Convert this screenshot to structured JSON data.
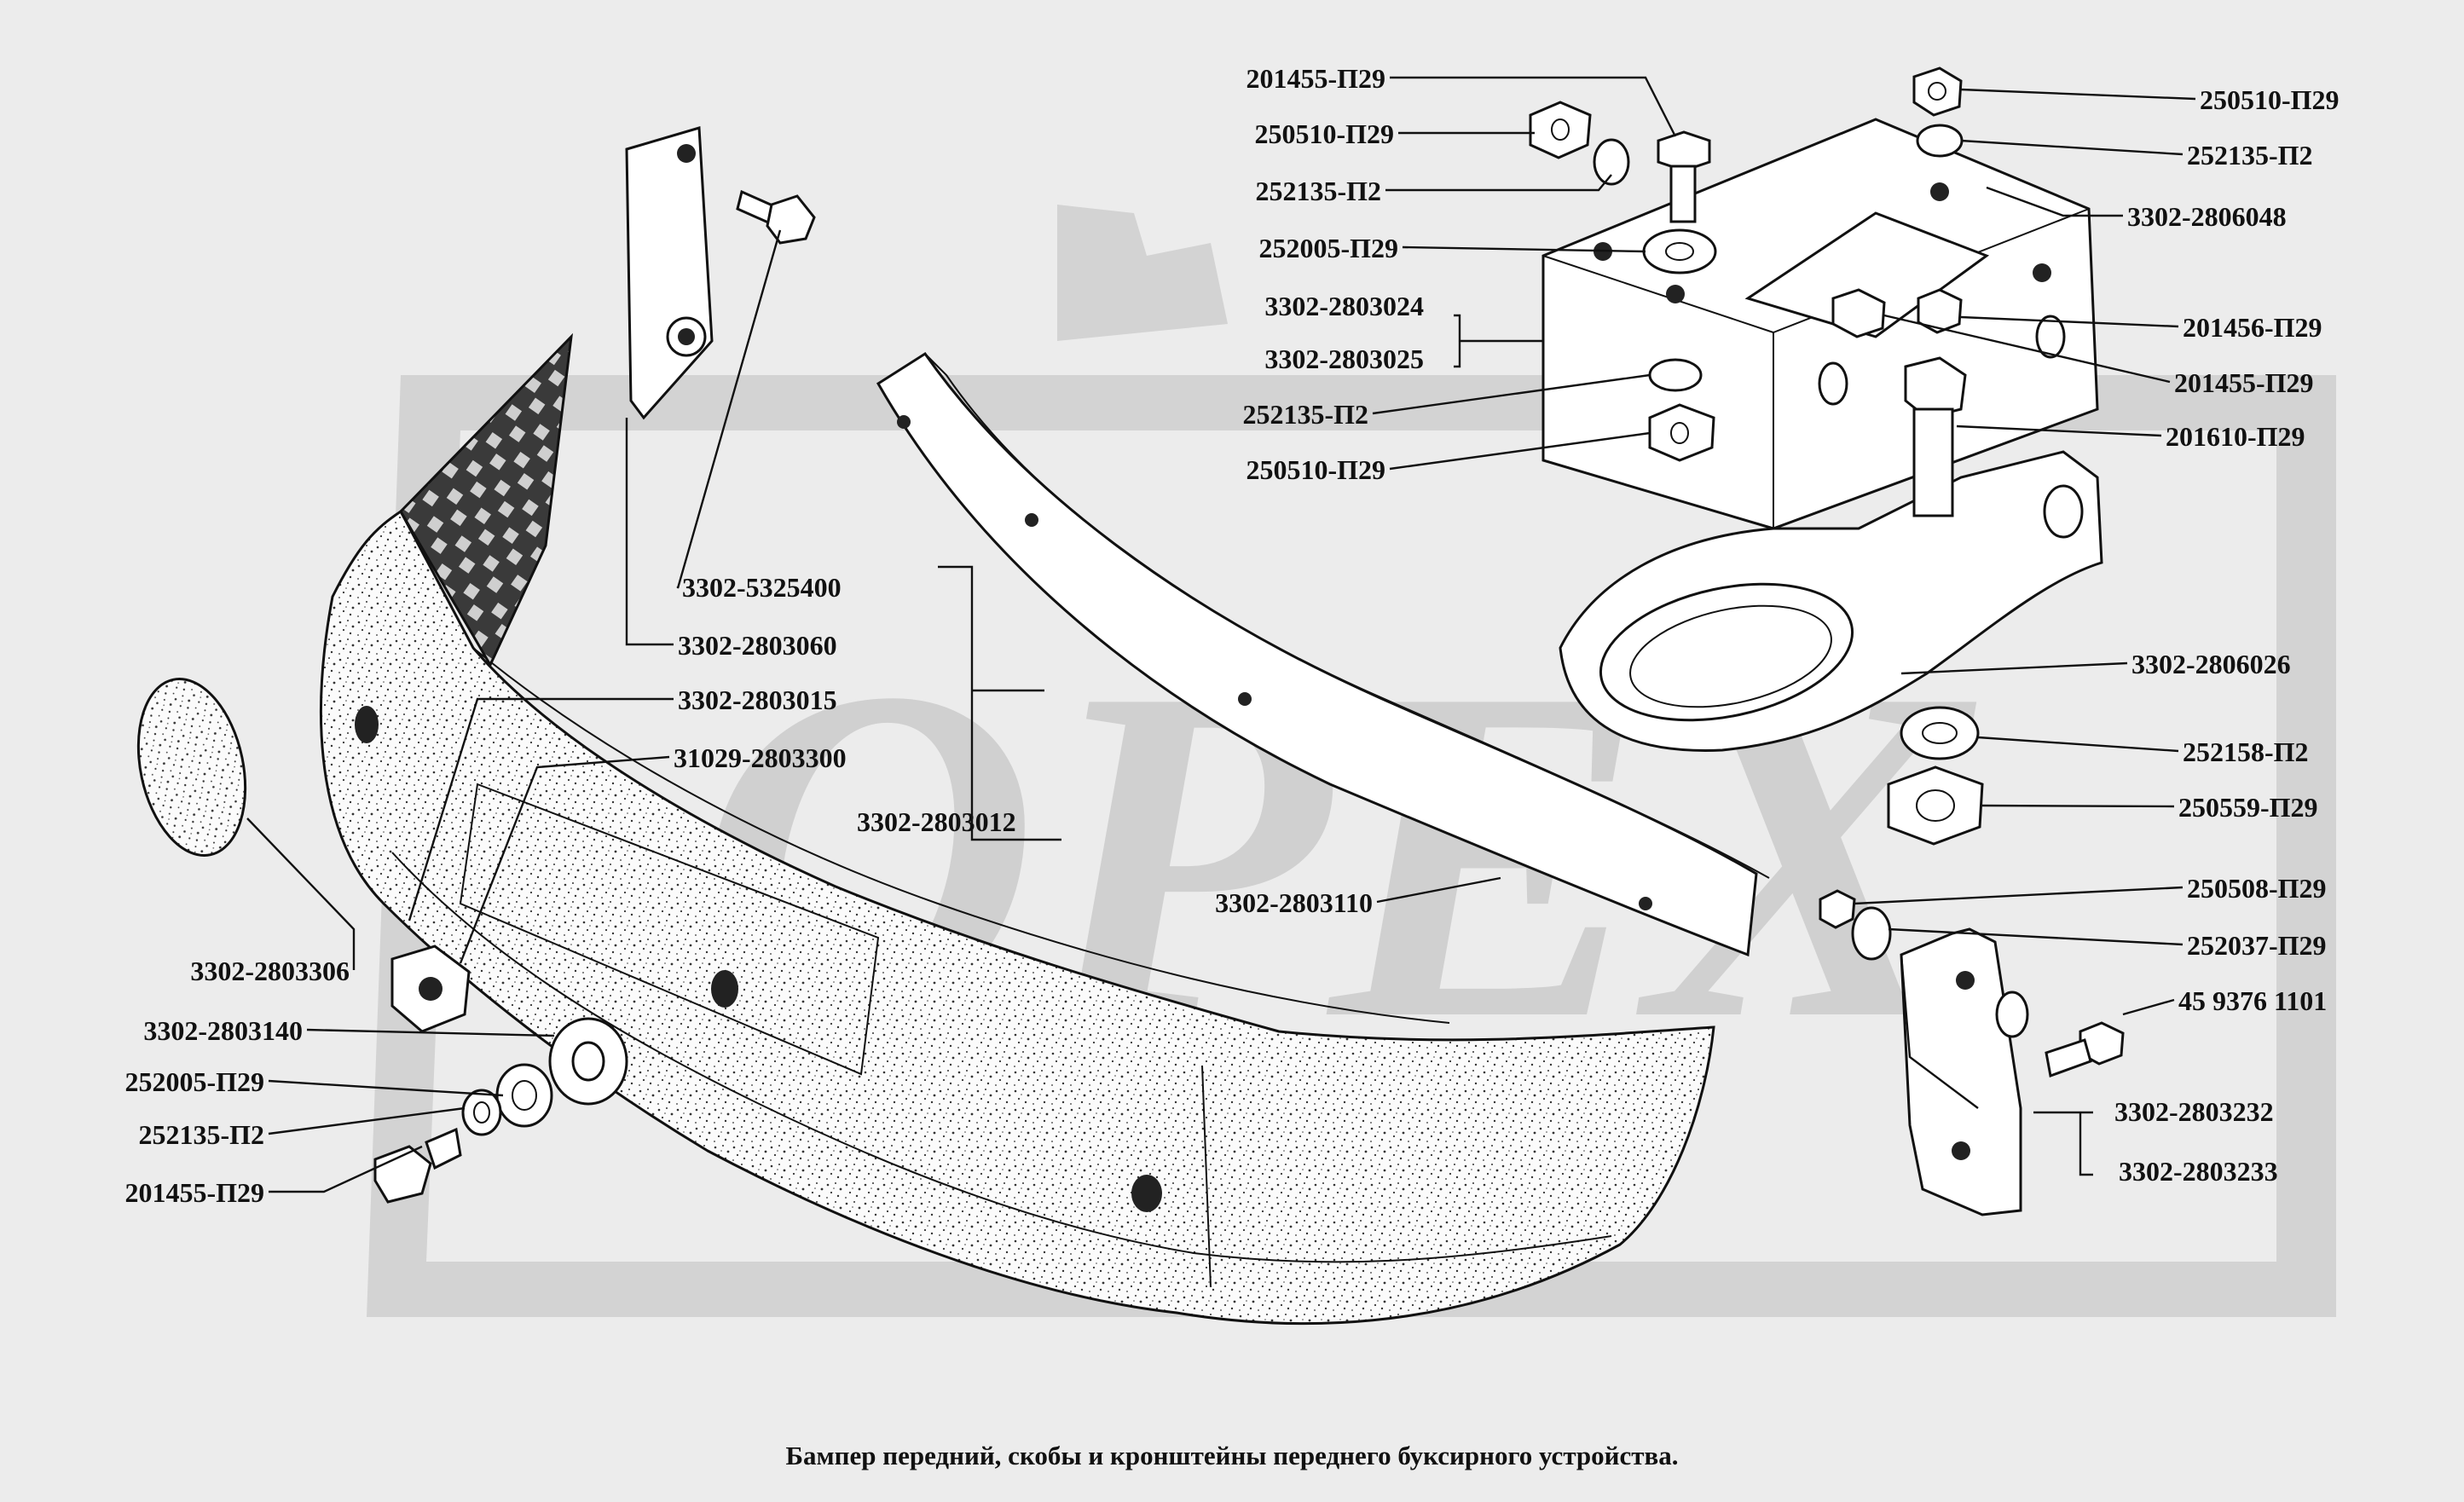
{
  "caption": "Бампер передний, скобы и кронштейны  переднего буксирного устройства.",
  "watermark": "ОРЕХ",
  "colors": {
    "background": "#ececec",
    "watermark": "#cdcdcd",
    "ink": "#111111"
  },
  "callouts": {
    "left": [
      "3302-5325400",
      "3302-2803060",
      "3302-2803015",
      "31029-2803300",
      "3302-2803012",
      "3302-2803306",
      "3302-2803140",
      "252005-П29",
      "252135-П2",
      "201455-П29"
    ],
    "center": [
      "3302-2803110"
    ],
    "tow_left": [
      "201455-П29",
      "250510-П29",
      "252135-П2",
      "252005-П29",
      "3302-2803024",
      "3302-2803025",
      "252135-П2",
      "250510-П29"
    ],
    "tow_right": [
      "250510-П29",
      "252135-П2",
      "3302-2806048",
      "201456-П29",
      "201455-П29",
      "201610-П29",
      "3302-2806026",
      "252158-П2",
      "250559-П29",
      "250508-П29",
      "252037-П29",
      "45 9376 1101",
      "3302-2803232",
      "3302-2803233"
    ]
  }
}
